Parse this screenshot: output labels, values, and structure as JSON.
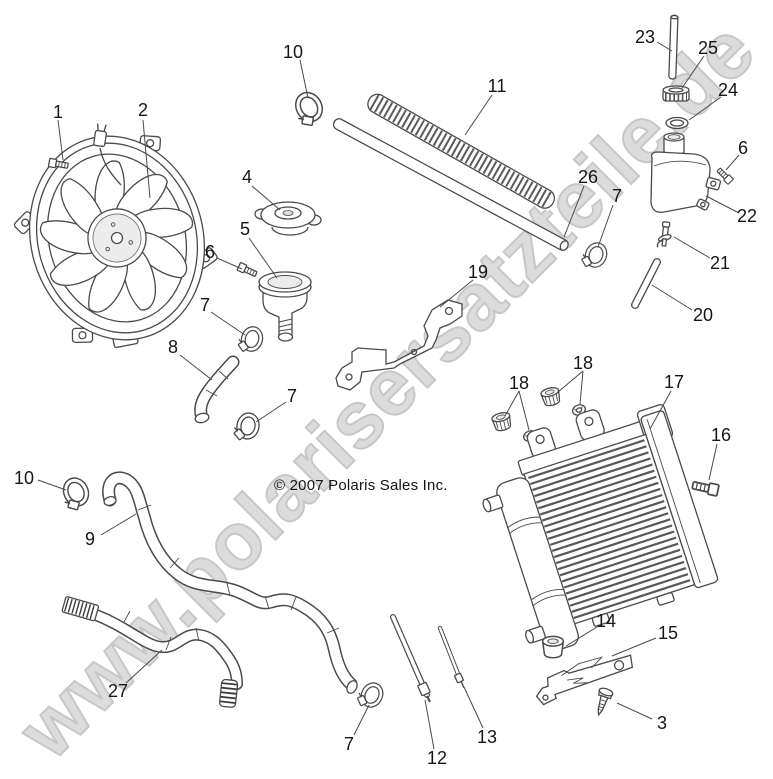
{
  "diagram": {
    "watermark": "www.polarisersatzteile.de",
    "copyright": "© 2007 Polaris Sales Inc.",
    "line_color": "#4a4a4a",
    "watermark_color": "#dcdcdc",
    "background_color": "#ffffff"
  },
  "callouts": [
    "1",
    "2",
    "10",
    "11",
    "4",
    "5",
    "6",
    "7",
    "8",
    "7",
    "26",
    "7",
    "19",
    "23",
    "25",
    "24",
    "6",
    "22",
    "21",
    "20",
    "18",
    "18",
    "17",
    "16",
    "10",
    "9",
    "14",
    "15",
    "3",
    "12",
    "13",
    "7",
    "27"
  ]
}
